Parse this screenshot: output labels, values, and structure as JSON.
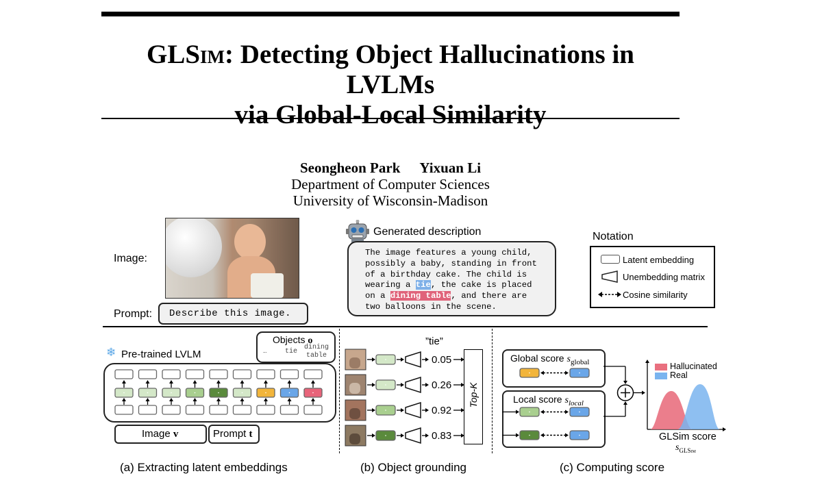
{
  "paper": {
    "title_prefix": "GLS",
    "title_sc": "im",
    "title_rest": ": Detecting Object Hallucinations in LVLMs",
    "title_line2": "via Global-Local Similarity",
    "authors": [
      "Seongheon Park",
      "Yixuan Li"
    ],
    "affiliation": "Department of Computer Sciences",
    "institution": "University of Wisconsin-Madison"
  },
  "figure": {
    "image_label": "Image:",
    "prompt_label": "Prompt:",
    "prompt_text": "Describe this image.",
    "generated_title": "Generated description",
    "description_lines": [
      "The image features a young child,",
      "possibly a baby, standing in front",
      "of a birthday cake. The child is"
    ],
    "desc_line4_pre": "wearing a ",
    "desc_line4_hl": "tie",
    "desc_line4_post": ", the cake is placed",
    "desc_line5_pre": "on a ",
    "desc_line5_hl": "dining table",
    "desc_line5_post": ", and there are",
    "desc_line6": "two balloons in the scene.",
    "notation_title": "Notation",
    "notation_items": [
      "Latent embedding",
      "Unembedding matrix",
      "Cosine similarity"
    ],
    "objects_label": "Objects",
    "objects_symbol": "o",
    "objects_list": [
      "…",
      "tie",
      "dining",
      "table"
    ],
    "lvlm_label": "Pre-trained LVLM",
    "image_v_label": "Image",
    "image_v_symbol": "v",
    "prompt_t_label": "Prompt",
    "prompt_t_symbol": "t",
    "tie_token": "”tie”",
    "scores": [
      "0.05",
      "0.26",
      "0.92",
      "0.83"
    ],
    "topk": "Top-K",
    "global_score_label": "Global score",
    "local_score_label": "Local score",
    "legend": [
      "Hallucinated",
      "Real"
    ],
    "glsim_score_label": "GLSim score",
    "caption_a": "(a) Extracting latent embeddings",
    "caption_b": "(b) Object grounding",
    "caption_c": "(c) Computing score",
    "colors": {
      "light_green": "#d4e8c8",
      "mid_green": "#a9cf8f",
      "dark_green": "#5a8a3c",
      "yellow": "#f2b53b",
      "blue": "#6aa6e8",
      "red": "#e8647a",
      "hist_red": "#e9707f",
      "hist_blue": "#7ab4ef"
    }
  }
}
